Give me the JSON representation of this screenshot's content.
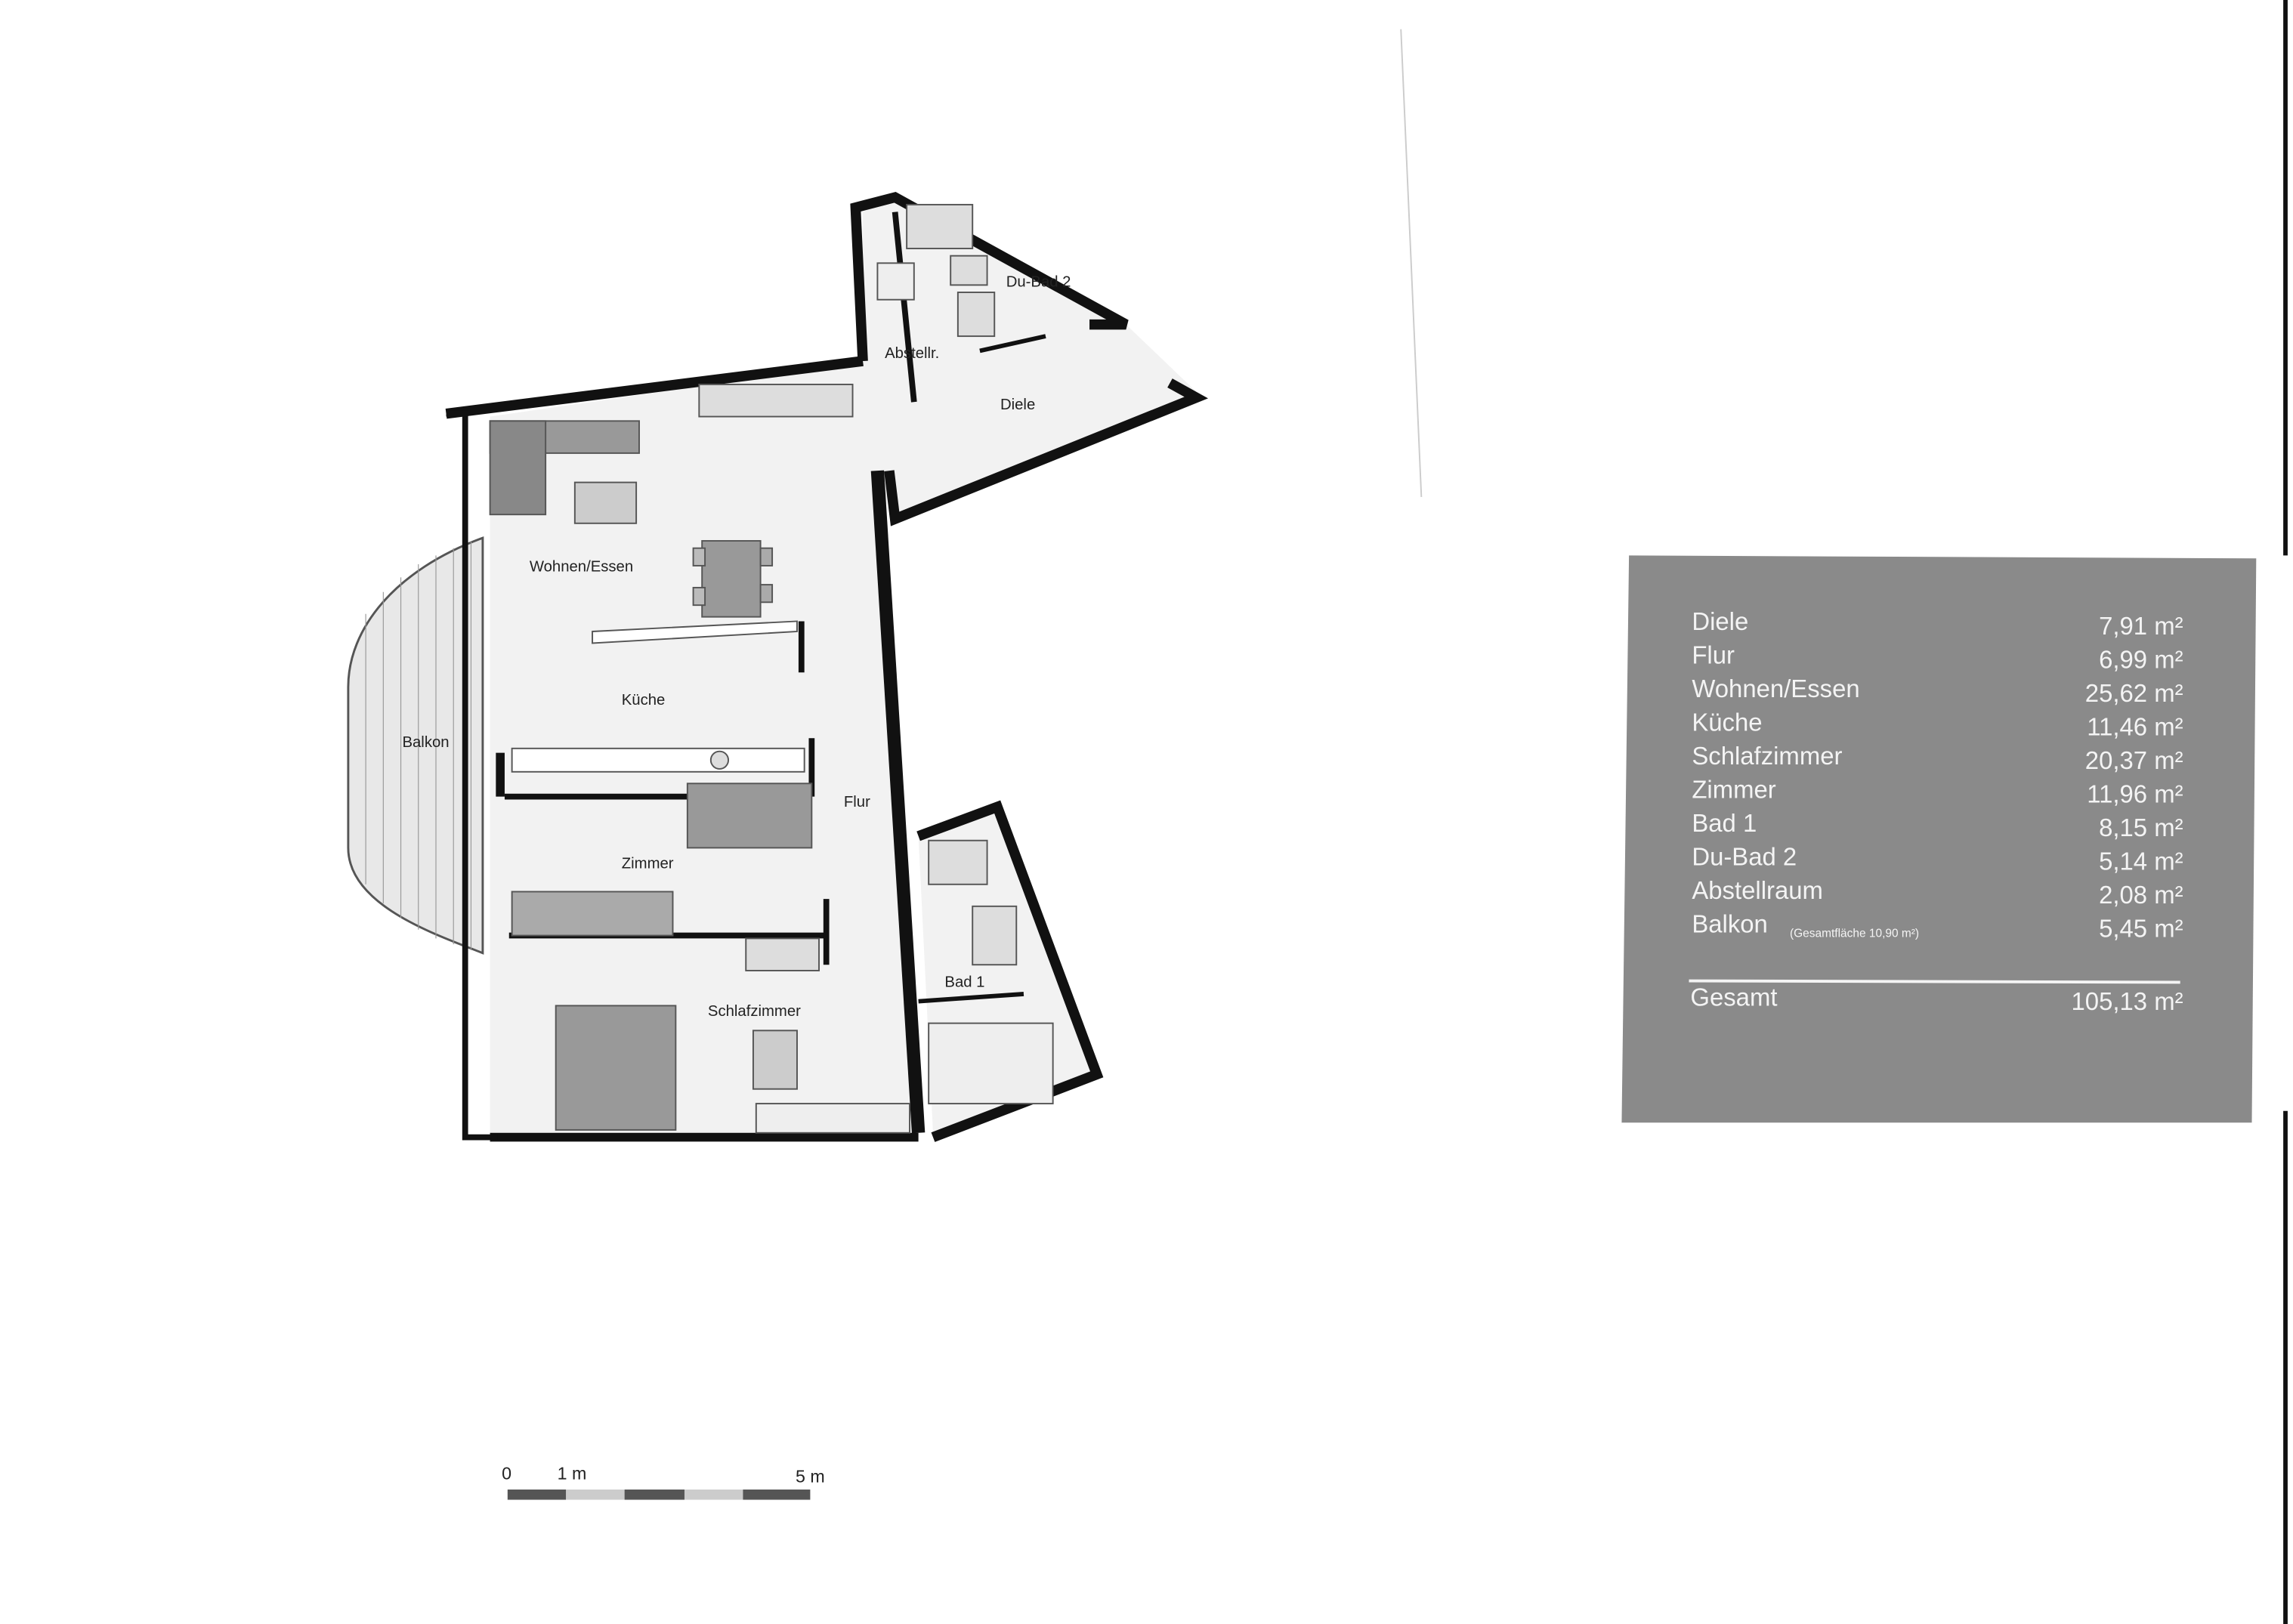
{
  "floor_plan": {
    "rooms": {
      "wohnen": "Wohnen/Essen",
      "kueche": "Küche",
      "balkon": "Balkon",
      "zimmer": "Zimmer",
      "schlafzimmer": "Schlafzimmer",
      "flur": "Flur",
      "diele": "Diele",
      "abstellr": "Abstellr.",
      "dubad2": "Du-Bad 2",
      "bad1": "Bad 1"
    },
    "scale_bar": {
      "zero": "0",
      "one": "1 m",
      "five": "5 m"
    }
  },
  "area_table": {
    "rows": [
      {
        "room": "Diele",
        "area": "7,91 m²"
      },
      {
        "room": "Flur",
        "area": "6,99 m²"
      },
      {
        "room": "Wohnen/Essen",
        "area": "25,62 m²"
      },
      {
        "room": "Küche",
        "area": "11,46 m²"
      },
      {
        "room": "Schlafzimmer",
        "area": "20,37 m²"
      },
      {
        "room": "Zimmer",
        "area": "11,96 m²"
      },
      {
        "room": "Bad 1",
        "area": "8,15 m²"
      },
      {
        "room": "Du-Bad 2",
        "area": "5,14 m²"
      },
      {
        "room": "Abstellraum",
        "area": "2,08 m²"
      },
      {
        "room": "Balkon",
        "note": "(Gesamtfläche 10,90 m²)",
        "area": "5,45 m²"
      }
    ],
    "total": {
      "label": "Gesamt",
      "area": "105,13 m²"
    },
    "background": "#8a8a8a"
  }
}
